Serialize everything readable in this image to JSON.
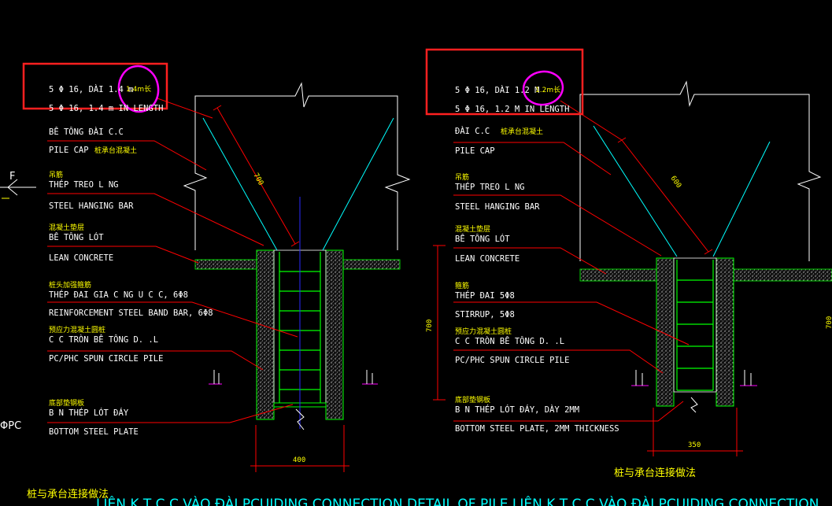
{
  "drawings": [
    {
      "id": "left",
      "labels": [
        {
          "text": "5 Φ 16, DÀI 1.4 m",
          "cn": "",
          "note": "1.4m长"
        },
        {
          "text": "5 Φ 16, 1.4 m IN LENGTH",
          "cn": "",
          "note": ""
        },
        {
          "text": "BÊ TÔNG ĐÀI C.C",
          "cn": "",
          "note": ""
        },
        {
          "text": "PILE CAP",
          "cn": "桩承台混凝土",
          "note": ""
        },
        {
          "text": "THÉP TREO L NG",
          "cn": "吊筋",
          "note": ""
        },
        {
          "text": "STEEL HANGING BAR",
          "cn": "",
          "note": ""
        },
        {
          "text": "BÊ TÔNG LÓT",
          "cn": "混凝土垫层",
          "note": ""
        },
        {
          "text": "LEAN CONCRETE",
          "cn": "",
          "note": ""
        },
        {
          "text": "THÉP ĐAI GIA C NG  U C C, 6Φ8",
          "cn": "桩头加强箍筋",
          "note": ""
        },
        {
          "text": "REINFORCEMENT STEEL BAND BAR, 6Φ8",
          "cn": "",
          "note": ""
        },
        {
          "text": "C C TRÒN BÊ TÔNG D. .L",
          "cn": "预应力混凝土圆桩",
          "note": ""
        },
        {
          "text": "PC/PHC SPUN CIRCLE PILE",
          "cn": "",
          "note": ""
        },
        {
          "text": "B N THÉP LÓT ĐÁY",
          "cn": "底部垫钢板",
          "note": ""
        },
        {
          "text": "BOTTOM STEEL PLATE",
          "cn": "",
          "note": ""
        }
      ],
      "dims": {
        "diag": "700",
        "width": "400"
      }
    },
    {
      "id": "right",
      "labels": [
        {
          "text": "5 Φ 16, DÀI 1.2 M",
          "cn": "",
          "note": "1.2m长"
        },
        {
          "text": "5 Φ 16, 1.2 M IN LENGTH",
          "cn": "",
          "note": ""
        },
        {
          "text": "ĐÀI C.C",
          "cn": "桩承台混凝土",
          "note": ""
        },
        {
          "text": "PILE CAP",
          "cn": "",
          "note": ""
        },
        {
          "text": "THÉP TREO L NG",
          "cn": "吊筋",
          "note": ""
        },
        {
          "text": "STEEL HANGING BAR",
          "cn": "",
          "note": ""
        },
        {
          "text": "BÊ TÔNG LÓT",
          "cn": "混凝土垫层",
          "note": ""
        },
        {
          "text": "LEAN CONCRETE",
          "cn": "",
          "note": ""
        },
        {
          "text": "THÉP ĐAI 5Φ8",
          "cn": "箍筋",
          "note": ""
        },
        {
          "text": "STIRRUP, 5Φ8",
          "cn": "",
          "note": ""
        },
        {
          "text": "C C TRÒN BÊ TÔNG D. .L",
          "cn": "预应力混凝土圆桩",
          "note": ""
        },
        {
          "text": "PC/PHC SPUN CIRCLE PILE",
          "cn": "",
          "note": ""
        },
        {
          "text": "B N THÉP LÓT ĐÁY, DÀY 2MM",
          "cn": "底部垫钢板",
          "note": ""
        },
        {
          "text": "BOTTOM STEEL PLATE, 2MM THICKNESS",
          "cn": "",
          "note": ""
        }
      ],
      "dims": {
        "diag": "600",
        "width": "350",
        "height": "700"
      }
    }
  ],
  "left_edge": {
    "arrow": "F",
    "pc": "ΦPC"
  },
  "caption_right": "桩与承台连接做法",
  "footer": {
    "cn": "桩与承台连接做法",
    "text": "LIÊN K T C C VÀO ĐÀI PCUIDING CONNECTION DETAIL OF PILE LIÊN K T C C VÀO ĐÀI PCUIDING CONNECTION"
  },
  "colors": {
    "background": "#000000",
    "outline": "#ffffff",
    "leader": "#ff0000",
    "rebar": "#00ffff",
    "pile": "#00ff00",
    "axis": "#0000ff",
    "highlight_box": "#ff2020",
    "circle_mark": "#ff00ff",
    "chinese_text": "#ffff00"
  }
}
